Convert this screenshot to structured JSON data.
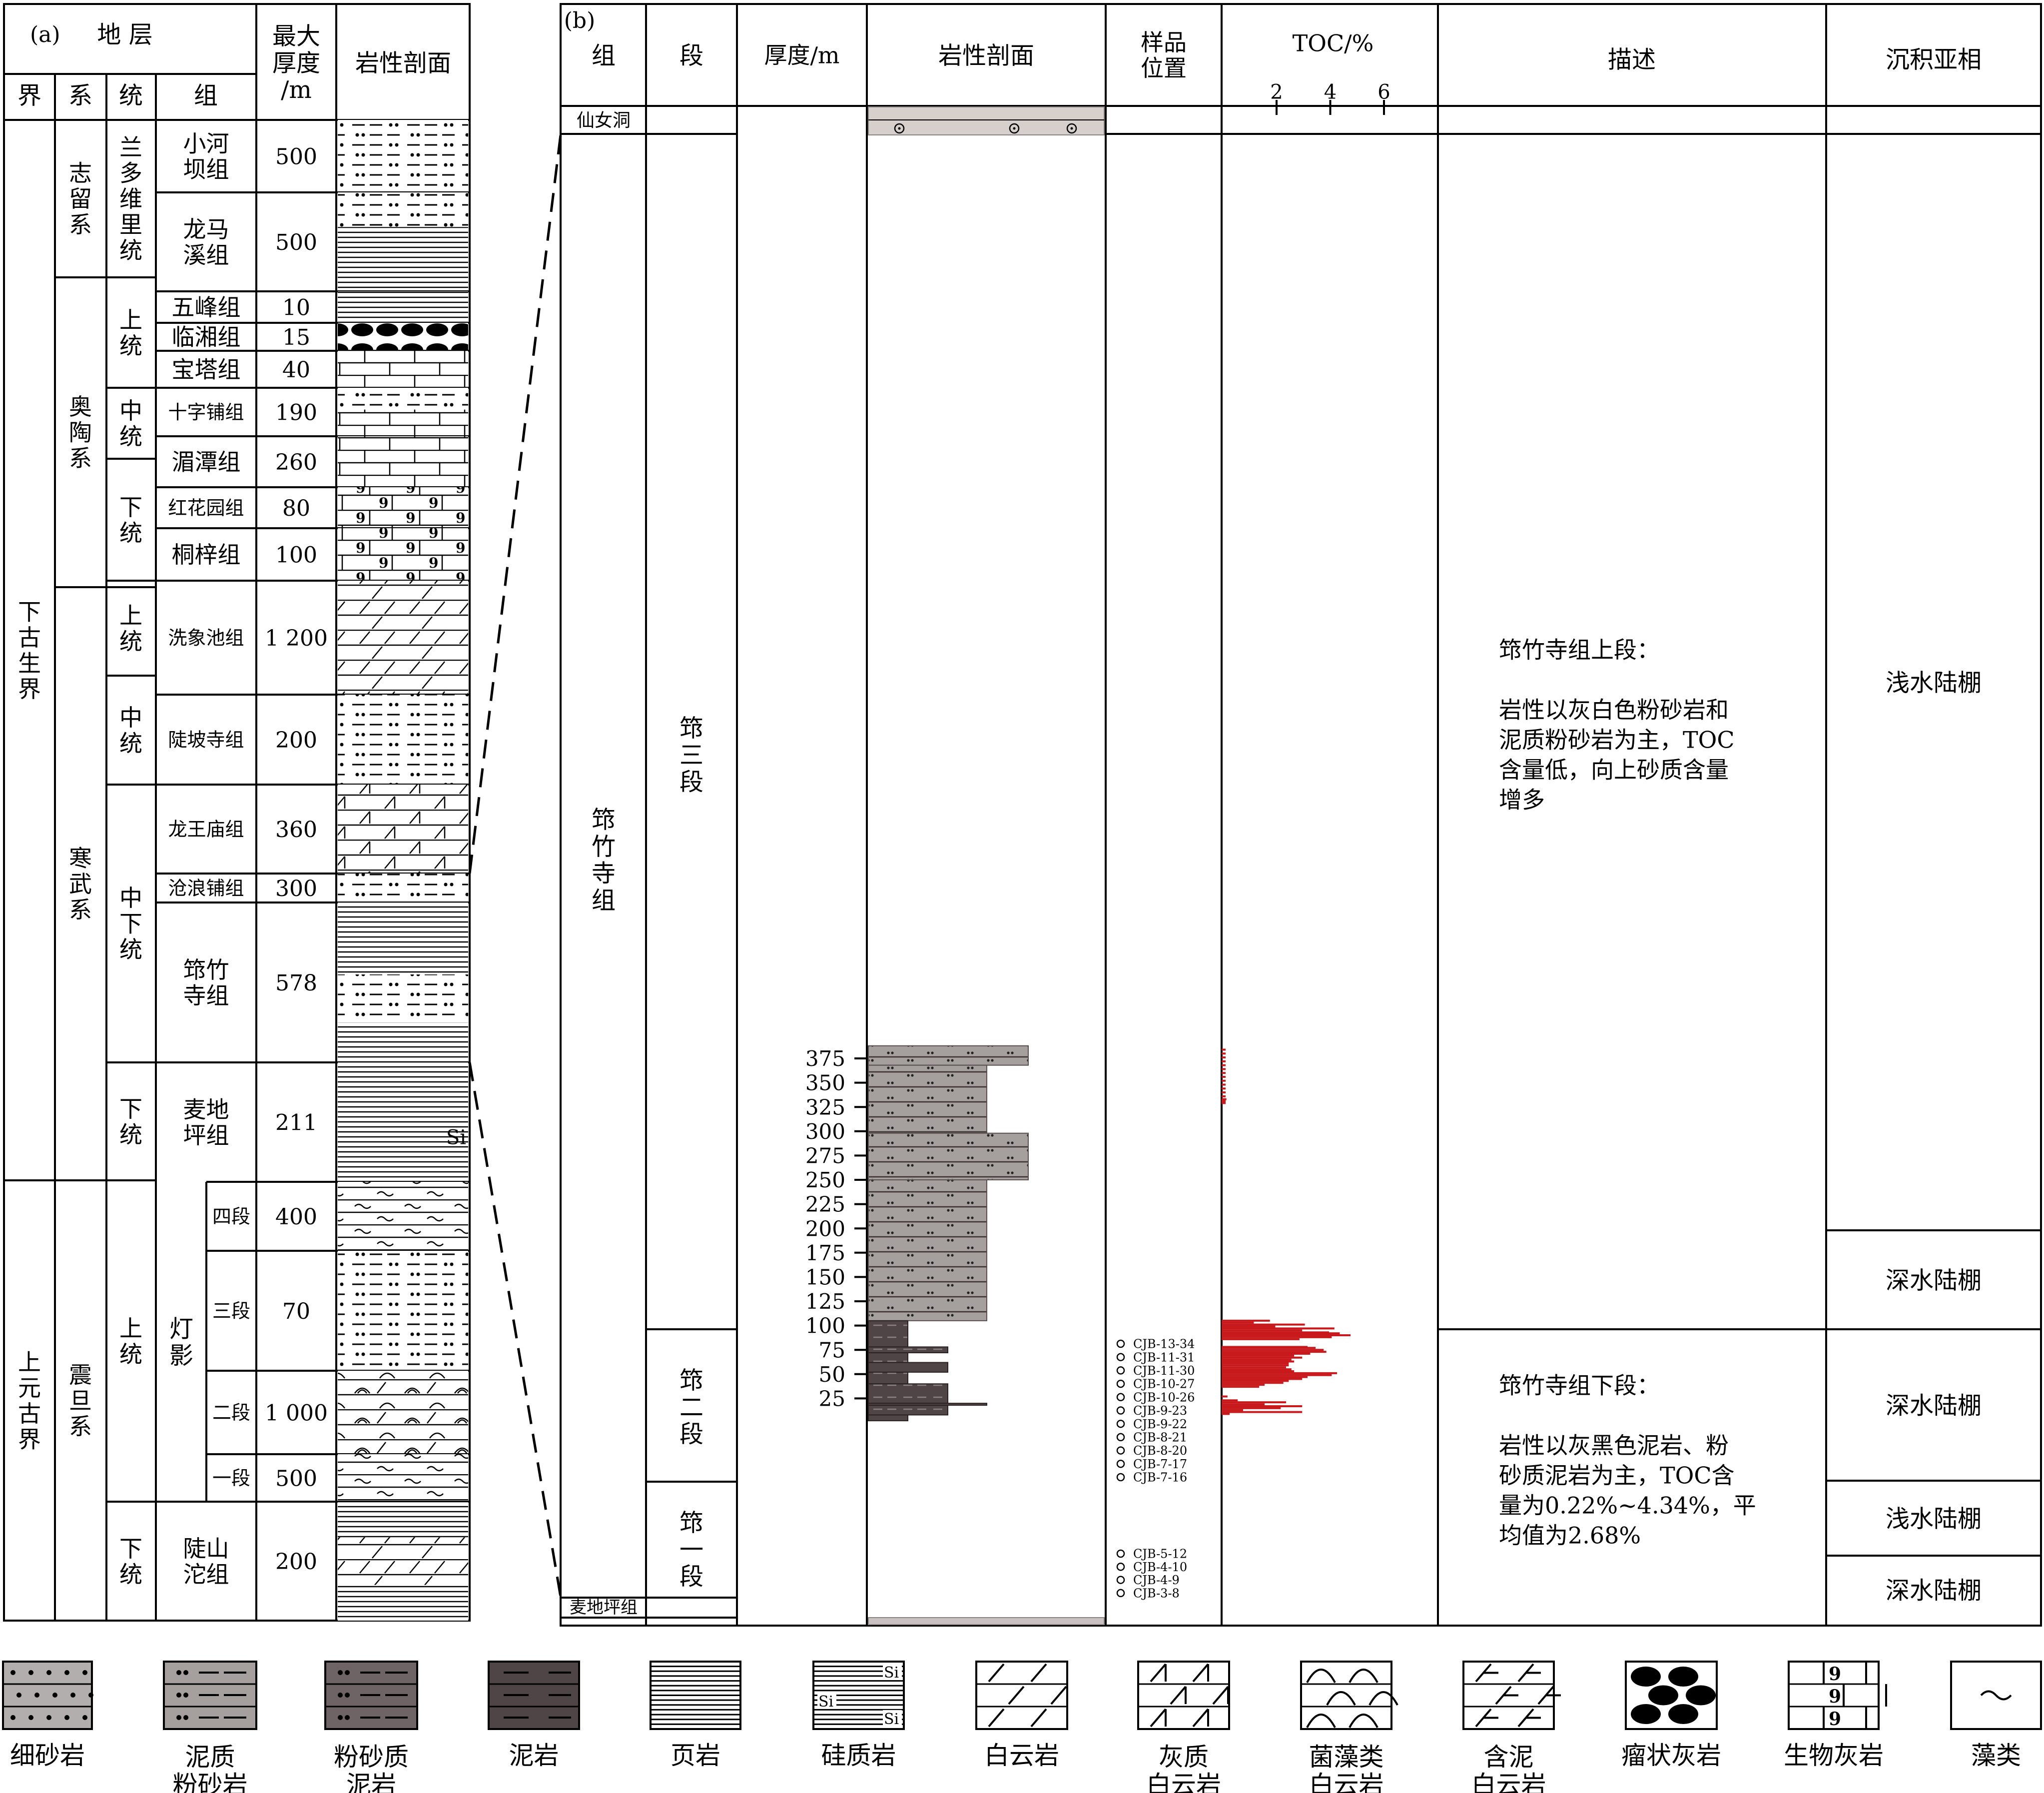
{
  "panel_a": {
    "label": "(a)",
    "header": {
      "strata": "地 层",
      "max_thickness": "最大\n厚度\n/m",
      "lithology": "岩性剖面",
      "erathem": "界",
      "system": "系",
      "series": "统",
      "formation": "组"
    },
    "erathems": [
      "下\n古\n生\n界",
      "上\n元\n古\n界"
    ],
    "systems": [
      "志\n留\n系",
      "奥\n陶\n系",
      "寒\n武\n系",
      "震\n旦\n系"
    ],
    "series": [
      "兰\n多\n维\n里\n统",
      "上\n统",
      "中\n统",
      "下\n统",
      "上\n统",
      "中\n统",
      "中\n下\n统",
      "下\n统",
      "上\n统",
      "下\n统"
    ],
    "dengying_label": "灯\n影",
    "formations": [
      {
        "name": "小河\n坝组",
        "thickness": "500",
        "lith": "mudsilt"
      },
      {
        "name": "龙马\n溪组",
        "thickness": "500",
        "lith": "mudsilt-shale"
      },
      {
        "name": "五峰组",
        "thickness": "10",
        "lith": "shale"
      },
      {
        "name": "临湘组",
        "thickness": "15",
        "lith": "nodular"
      },
      {
        "name": "宝塔组",
        "thickness": "40",
        "lith": "lime"
      },
      {
        "name": "十字铺组",
        "thickness": "190",
        "lith": "mudsilt-lime"
      },
      {
        "name": "湄潭组",
        "thickness": "260",
        "lith": "lime"
      },
      {
        "name": "红花园组",
        "thickness": "80",
        "lith": "bio"
      },
      {
        "name": "桐梓组",
        "thickness": "100",
        "lith": "bio"
      },
      {
        "name": "洗象池组",
        "thickness": "1 200",
        "lith": "dolo"
      },
      {
        "name": "陡坡寺组",
        "thickness": "200",
        "lith": "mudsilt"
      },
      {
        "name": "龙王庙组",
        "thickness": "360",
        "lith": "limedolo"
      },
      {
        "name": "沧浪铺组",
        "thickness": "300",
        "lith": "mudsilt"
      },
      {
        "name": "筇竹\n寺组",
        "thickness": "578",
        "lith": "shale-mudsilt"
      },
      {
        "name": "麦地\n坪组",
        "thickness": "211",
        "lith": "silica"
      },
      {
        "name": "四段",
        "thickness": "400",
        "lith": "algae"
      },
      {
        "name": "三段",
        "thickness": "70",
        "lith": "mudsilt"
      },
      {
        "name": "二段",
        "thickness": "1 000",
        "lith": "algal"
      },
      {
        "name": "一段",
        "thickness": "500",
        "lith": "algae"
      },
      {
        "name": "陡山\n沱组",
        "thickness": "200",
        "lith": "shale-dolo"
      }
    ],
    "si_label": "Si"
  },
  "panel_b": {
    "label": "(b)",
    "header": {
      "group": "组",
      "member": "段",
      "thickness": "厚度/m",
      "lithology": "岩性剖面",
      "samples": "样品\n位置",
      "toc": "TOC/%",
      "description": "描述",
      "facies": "沉积亚相"
    },
    "toc_ticks": [
      "2",
      "4",
      "6"
    ],
    "top_formation": "仙女洞",
    "bottom_formation": "麦地坪组",
    "formation": "筇\n竹\n寺\n组",
    "members": [
      "筇\n三\n段",
      "筇\n二\n段",
      "筇\n一\n段"
    ],
    "depth_ticks": [
      "375",
      "350",
      "325",
      "300",
      "275",
      "250",
      "225",
      "200",
      "175",
      "150",
      "125",
      "100",
      "75",
      "50",
      "25"
    ],
    "samples_upper": [
      "CJB-13-34",
      "CJB-11-31",
      "CJB-11-30",
      "CJB-10-27",
      "CJB-10-26",
      "CJB-9-23",
      "CJB-9-22",
      "CJB-8-21",
      "CJB-8-20",
      "CJB-7-17",
      "CJB-7-16"
    ],
    "samples_lower": [
      "CJB-5-12",
      "CJB-4-10",
      "CJB-4-9",
      "CJB-3-8"
    ],
    "desc_upper": [
      "筇竹寺组上段：",
      "",
      "岩性以灰白色粉砂岩和",
      "泥质粉砂岩为主，TOC",
      "含量低，向上砂质含量",
      "增多"
    ],
    "desc_lower": [
      "筇竹寺组下段：",
      "",
      "岩性以灰黑色泥岩、粉",
      "砂质泥岩为主，TOC含",
      "量为0.22%~4.34%，平",
      "均值为2.68%"
    ],
    "facies": [
      "浅水陆棚",
      "深水陆棚",
      "深水陆棚",
      "浅水陆棚",
      "深水陆棚"
    ]
  },
  "legend": [
    {
      "label": "细砂岩",
      "icon": "fine-sandstone"
    },
    {
      "label": "泥质\n粉砂岩",
      "icon": "muddy-siltstone"
    },
    {
      "label": "粉砂质\n泥岩",
      "icon": "silty-mudstone"
    },
    {
      "label": "泥岩",
      "icon": "mudstone"
    },
    {
      "label": "页岩",
      "icon": "shale"
    },
    {
      "label": "硅质岩",
      "icon": "siliceous-rock"
    },
    {
      "label": "白云岩",
      "icon": "dolomite"
    },
    {
      "label": "灰质\n白云岩",
      "icon": "limy-dolomite"
    },
    {
      "label": "菌藻类\n白云岩",
      "icon": "algal-dolomite"
    },
    {
      "label": "含泥\n白云岩",
      "icon": "argillaceous-dolomite"
    },
    {
      "label": "瘤状灰岩",
      "icon": "nodular-limestone"
    },
    {
      "label": "生物灰岩",
      "icon": "bioclastic-limestone"
    },
    {
      "label": "藻类",
      "icon": "algae"
    }
  ],
  "colors": {
    "toc_bar": "#c8191c",
    "silt_column": "#a59f9e",
    "mud_column": "#504546"
  },
  "chart_data": {
    "type": "bar",
    "title": "TOC/%",
    "ylabel": "厚度/m",
    "orientation": "horizontal",
    "xlim": [
      0,
      7
    ],
    "ylim": [
      0,
      390
    ],
    "points": [
      [
        384,
        0.15
      ],
      [
        380,
        0.15
      ],
      [
        376,
        0.15
      ],
      [
        372,
        0.15
      ],
      [
        368,
        0.15
      ],
      [
        364,
        0.15
      ],
      [
        360,
        0.15
      ],
      [
        356,
        0.15
      ],
      [
        352,
        0.15
      ],
      [
        348,
        0.15
      ],
      [
        344,
        0.15
      ],
      [
        340,
        0.15
      ],
      [
        336,
        0.15
      ],
      [
        333,
        0.18
      ],
      [
        331,
        0.15
      ],
      [
        329,
        0.15
      ],
      [
        105,
        1.8
      ],
      [
        103,
        1.2
      ],
      [
        101,
        3.1
      ],
      [
        99,
        2.0
      ],
      [
        97,
        4.2
      ],
      [
        95,
        3.0
      ],
      [
        93,
        4.0
      ],
      [
        92,
        4.4
      ],
      [
        90,
        4.8
      ],
      [
        88,
        4.1
      ],
      [
        86,
        2.9
      ],
      [
        78,
        3.2
      ],
      [
        77,
        3.5
      ],
      [
        75,
        3.8
      ],
      [
        73,
        3.9
      ],
      [
        71,
        3.3
      ],
      [
        69,
        2.7
      ],
      [
        67,
        3.0
      ],
      [
        65,
        2.6
      ],
      [
        63,
        2.7
      ],
      [
        61,
        2.5
      ],
      [
        59,
        2.5
      ],
      [
        57,
        2.4
      ],
      [
        55,
        2.6
      ],
      [
        53,
        2.7
      ],
      [
        51,
        4.3
      ],
      [
        49,
        4.1
      ],
      [
        47,
        3.2
      ],
      [
        45,
        3.0
      ],
      [
        43,
        2.5
      ],
      [
        41,
        2.3
      ],
      [
        39,
        1.6
      ],
      [
        37,
        1.4
      ],
      [
        27,
        0.22
      ],
      [
        23,
        0.6
      ],
      [
        21,
        2.4
      ],
      [
        19,
        1.6
      ],
      [
        17,
        3.0
      ],
      [
        15,
        2.2
      ],
      [
        13,
        0.8
      ],
      [
        11,
        3.0
      ],
      [
        9,
        0.3
      ]
    ]
  }
}
